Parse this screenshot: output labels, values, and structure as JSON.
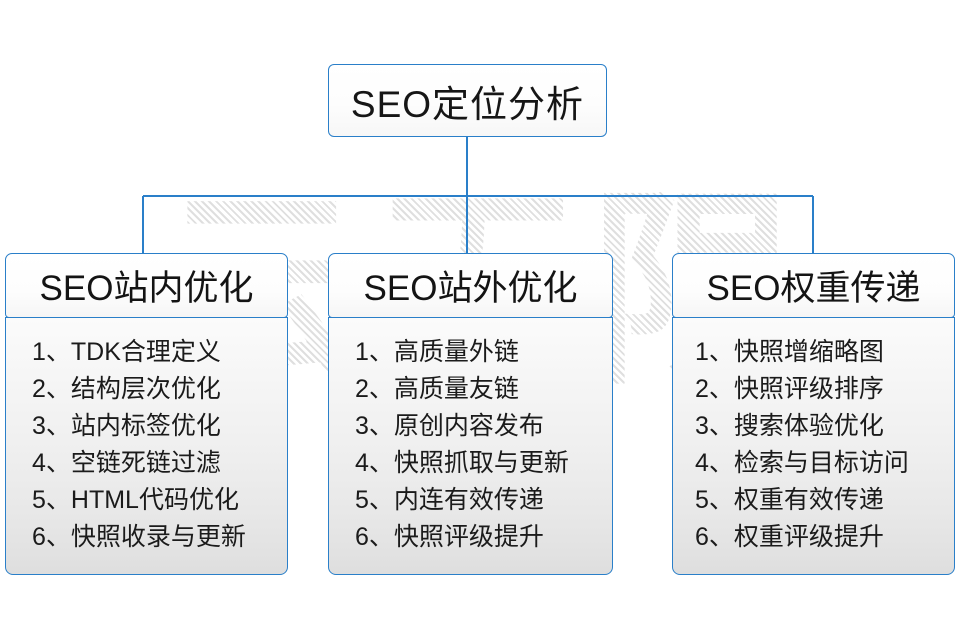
{
  "diagram": {
    "root": {
      "label": "SEO定位分析"
    },
    "watermark": {
      "text": "云无限",
      "subtext": ""
    },
    "colors": {
      "border": "#2a7fc9",
      "text": "#161616",
      "body_background_top": "#fbfbfb",
      "body_background_bottom": "#dedede",
      "page_background": "#ffffff"
    },
    "columns": [
      {
        "header": "SEO站内优化",
        "items": [
          "1、TDK合理定义",
          "2、结构层次优化",
          "3、站内标签优化",
          "4、空链死链过滤",
          "5、HTML代码优化",
          "6、快照收录与更新"
        ]
      },
      {
        "header": "SEO站外优化",
        "items": [
          "1、高质量外链",
          "2、高质量友链",
          "3、原创内容发布",
          "4、快照抓取与更新",
          "5、内连有效传递",
          "6、快照评级提升"
        ]
      },
      {
        "header": "SEO权重传递",
        "items": [
          "1、快照增缩略图",
          "2、快照评级排序",
          "3、搜索体验优化",
          "4、检索与目标访问",
          "5、权重有效传递",
          "6、权重评级提升"
        ]
      }
    ]
  }
}
